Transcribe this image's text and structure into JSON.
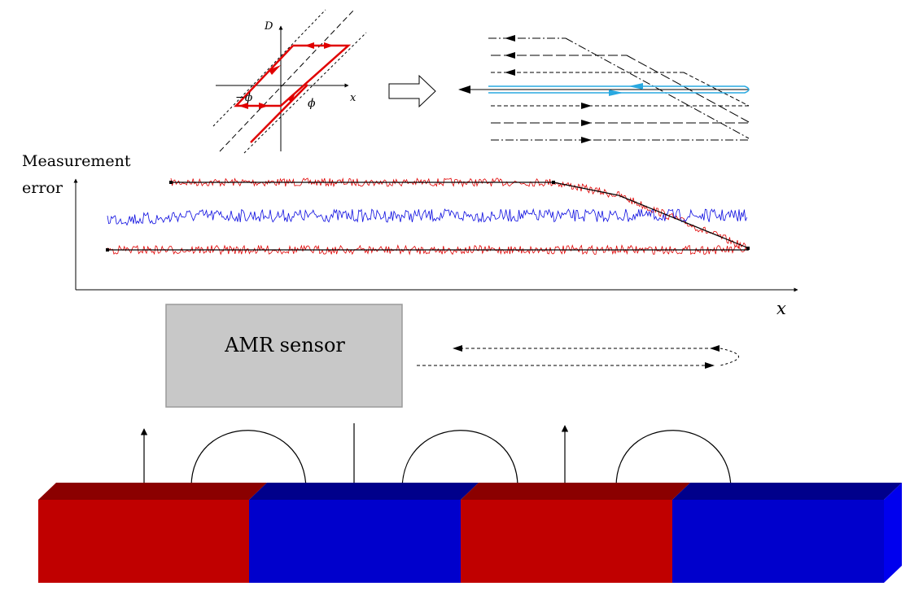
{
  "hysteresis": {
    "axis_y_label": "D",
    "axis_x_label": "x",
    "neg_phase_label": "−ϕ",
    "pos_phase_label": "ϕ"
  },
  "measurement": {
    "ylabel_line1": "Measurement",
    "ylabel_line2": "error",
    "xlabel": "x"
  },
  "sensor": {
    "label": "AMR sensor"
  },
  "colors": {
    "red": "#e00000",
    "blue": "#0a0ae0",
    "cyan": "#29a8e0",
    "magnet_red": "#c00000",
    "magnet_red_top": "#8b0000",
    "magnet_blue": "#0000cc",
    "magnet_blue_top": "#00008b",
    "sensor_gray": "#c8c8c8"
  }
}
